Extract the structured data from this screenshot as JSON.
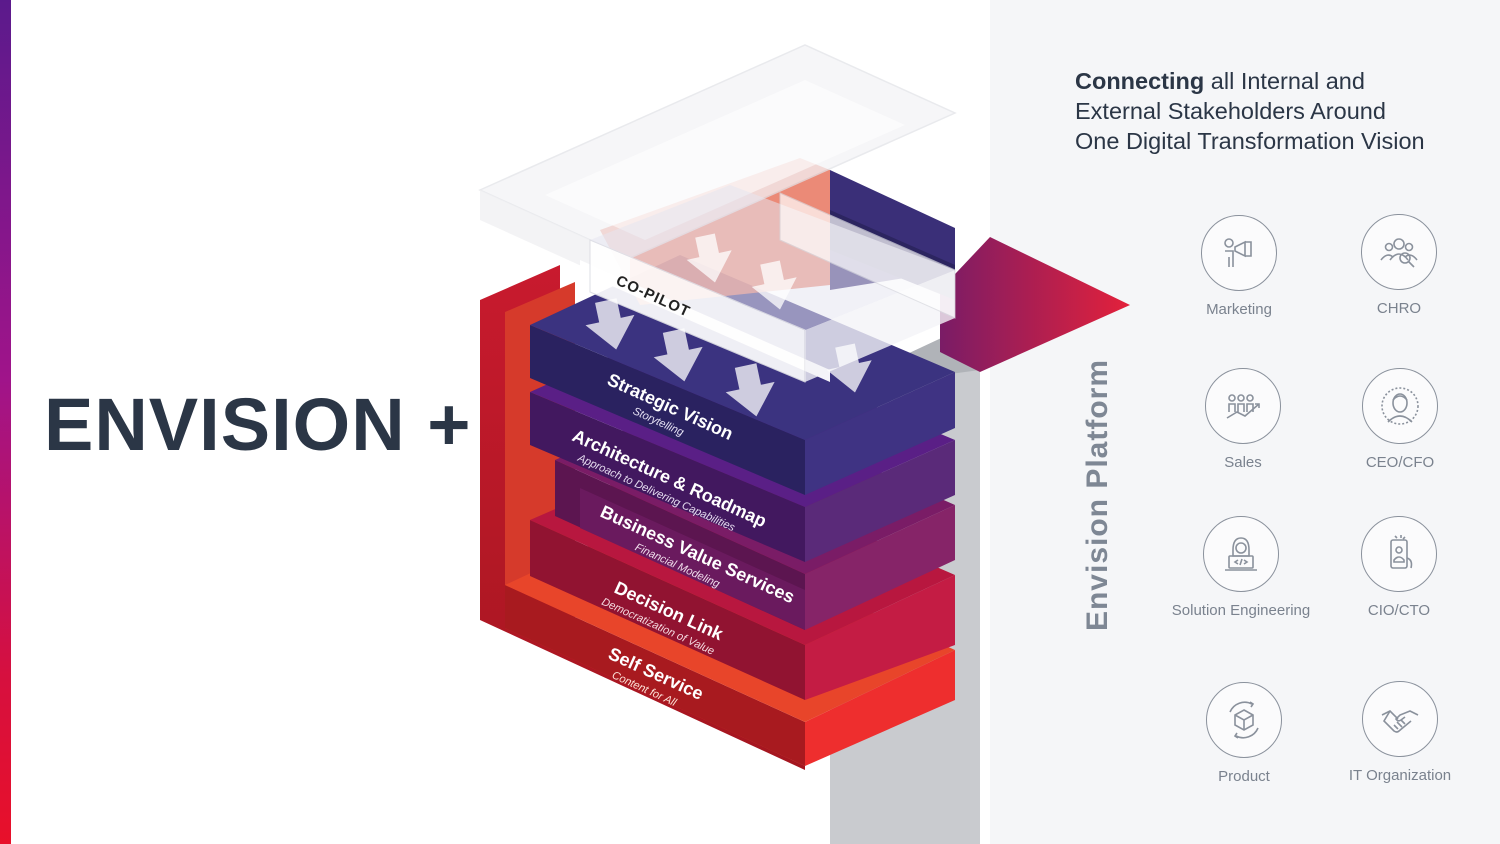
{
  "brand": {
    "title": "ENVISION +"
  },
  "copilot": {
    "label": "CO-PILOT"
  },
  "layers": [
    {
      "title": "Strategic Vision",
      "subtitle": "Storytelling",
      "top": "#3b3380",
      "left": "#2a2260",
      "right": "#3f3383"
    },
    {
      "title": "Architecture & Roadmap",
      "subtitle": "Approach to Delivering Capabilities",
      "top": "#5a1f86",
      "left": "#42185f",
      "right": "#5a2a79"
    },
    {
      "title": "Business Value Services",
      "subtitle": "Financial Modeling",
      "top": "#7a1c66",
      "left": "#5c1550",
      "right": "#862468"
    },
    {
      "title": "Decision Link",
      "subtitle": "Democratization of Value",
      "top": "#b8173f",
      "left": "#911331",
      "right": "#c41c44"
    },
    {
      "title": "Self Service",
      "subtitle": "Content for All",
      "top": "#e8452a",
      "left": "#b01d1f",
      "right": "#ee2e2e"
    }
  ],
  "platform": {
    "label": "Envision Platform"
  },
  "headline": {
    "bold": "Connecting",
    "rest": " all Internal and External Stakeholders Around One Digital Transformation Vision"
  },
  "stakeholders": [
    {
      "label": "Marketing",
      "icon": "megaphone-icon"
    },
    {
      "label": "CHRO",
      "icon": "people-search-icon"
    },
    {
      "label": "Sales",
      "icon": "growth-team-icon"
    },
    {
      "label": "CEO/CFO",
      "icon": "executive-icon"
    },
    {
      "label": "Solution Engineering",
      "icon": "developer-icon"
    },
    {
      "label": "CIO/CTO",
      "icon": "mobile-user-icon"
    },
    {
      "label": "Product",
      "icon": "product-cycle-icon"
    },
    {
      "label": "IT Organization",
      "icon": "handshake-icon"
    }
  ],
  "colors": {
    "brand_text": "#2b3646",
    "accent_purple": "#5b1a8c",
    "accent_red": "#e8102a",
    "panel_background": "#f5f6f8",
    "icon_stroke": "#8a919c"
  }
}
